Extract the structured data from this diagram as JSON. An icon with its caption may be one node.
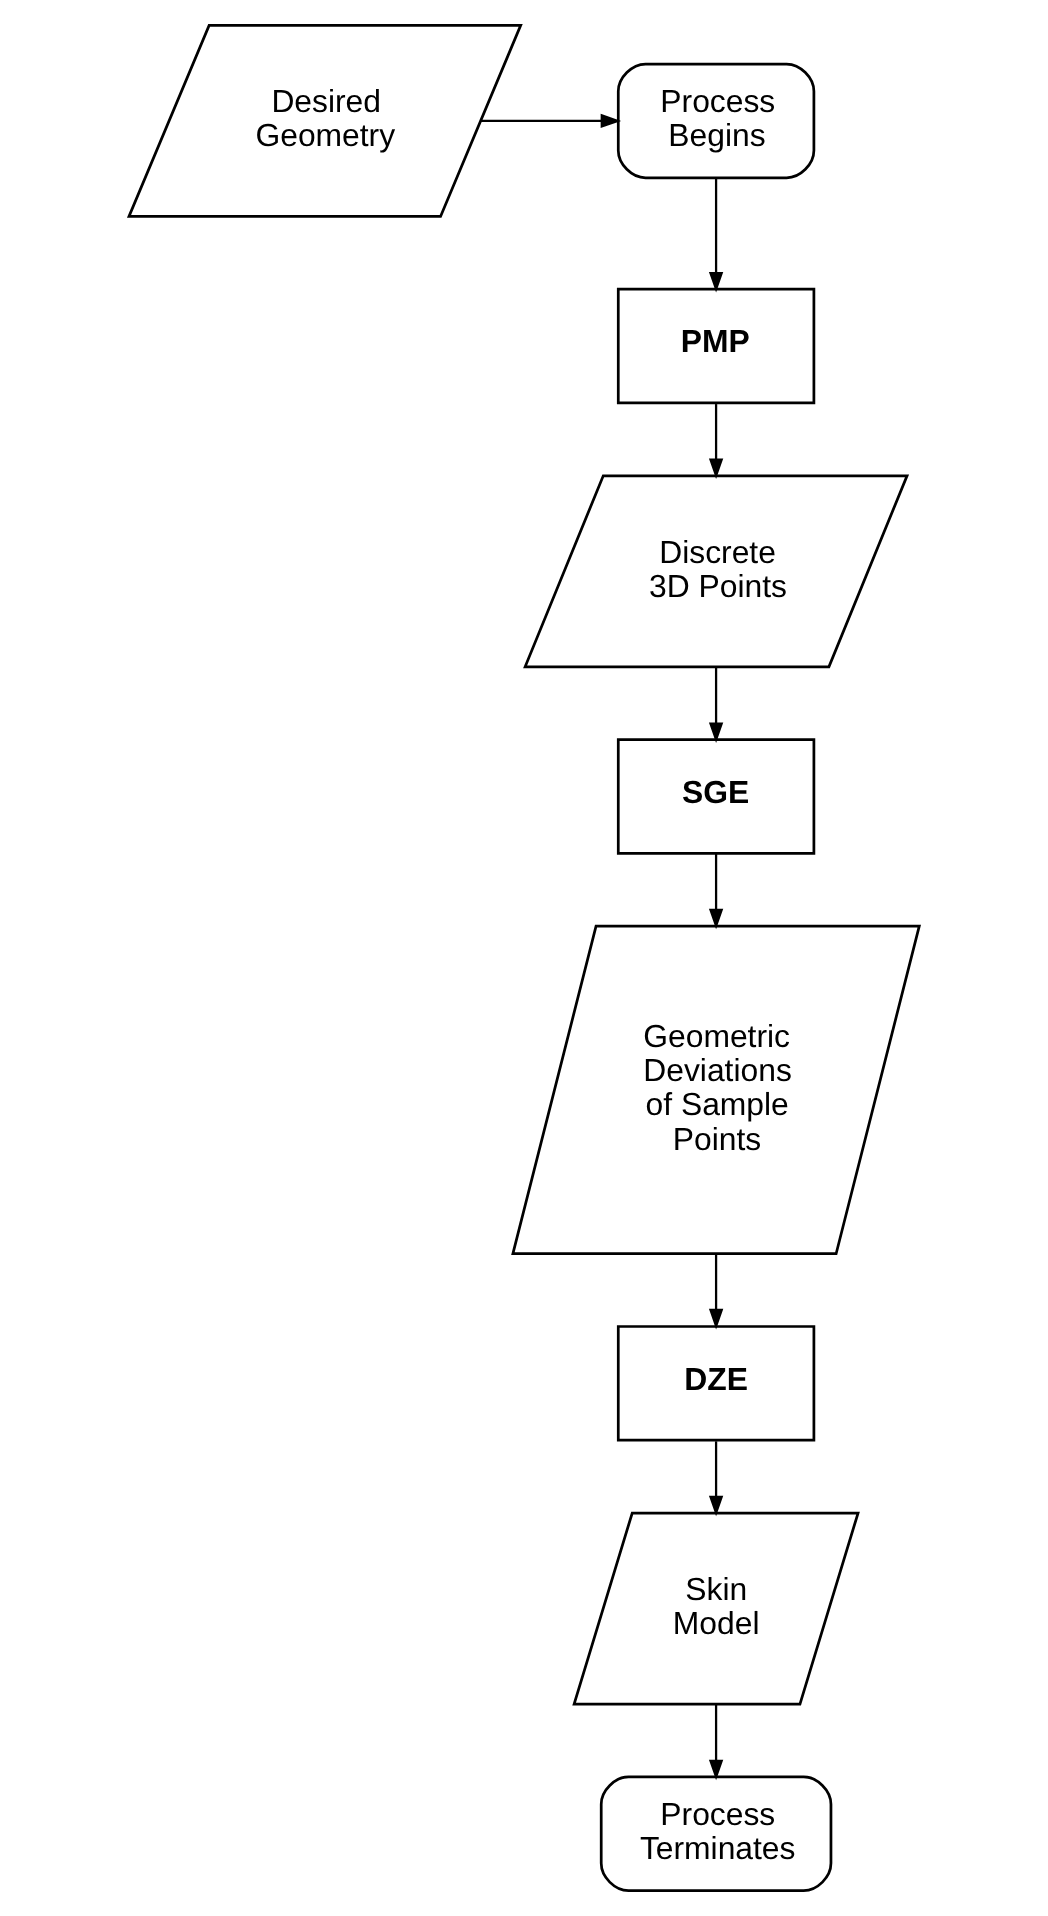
{
  "diagram": {
    "nodes": [
      {
        "text": [
          "Desired Geometry"
        ]
      },
      {
        "text": [
          "Process Begins"
        ]
      },
      {
        "text": [
          "PMP"
        ]
      },
      {
        "text": [
          "Discrete 3D Points"
        ]
      },
      {
        "text": [
          "SGE"
        ]
      },
      {
        "text": [
          "Geometric Deviations of Sample Points"
        ]
      },
      {
        "text": [
          "DZE"
        ]
      },
      {
        "text": [
          "Skin Model"
        ]
      },
      {
        "text": [
          "Process Terminates"
        ]
      }
    ],
    "edges": [
      {
        "from": 0,
        "to": 1,
        "arrow": "to"
      },
      {
        "from": 1,
        "to": 2,
        "arrow": "to"
      },
      {
        "from": 2,
        "to": 3,
        "arrow": "to"
      },
      {
        "from": 3,
        "to": 4,
        "arrow": "to"
      },
      {
        "from": 4,
        "to": 5,
        "arrow": "to"
      },
      {
        "from": 5,
        "to": 6,
        "arrow": "to"
      },
      {
        "from": 6,
        "to": 7,
        "arrow": "to"
      },
      {
        "from": 7,
        "to": 8,
        "arrow": "to"
      }
    ]
  }
}
